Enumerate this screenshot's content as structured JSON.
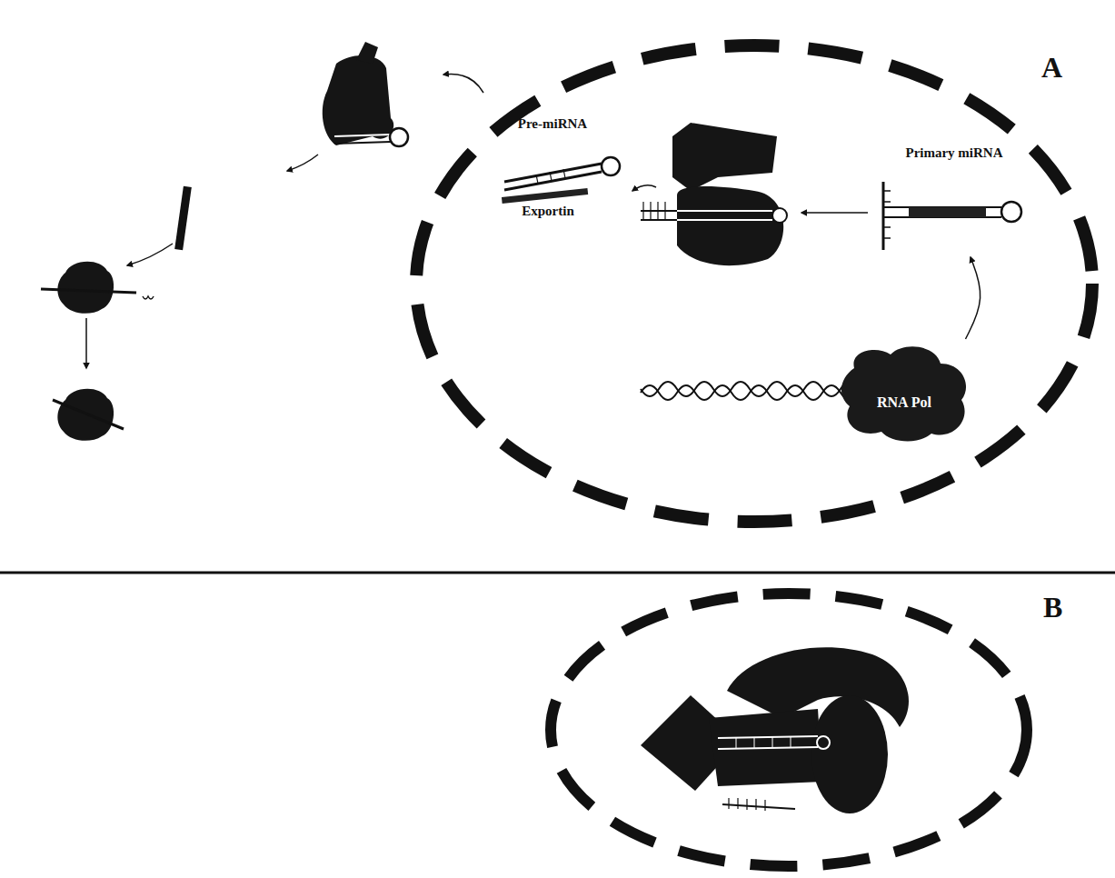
{
  "diagram": {
    "nodes": [
      {
        "text": [
          "Primary miRNA"
        ]
      },
      {
        "text": [
          "Pre-miRNA"
        ]
      },
      {
        "text": [
          "Exportin"
        ]
      },
      {
        "text": [
          "RNA Pol"
        ]
      }
    ],
    "edges": [
      {
        "from": 3,
        "to": 0,
        "arrow": "to"
      }
    ],
    "labels": [
      "A",
      "B"
    ]
  }
}
